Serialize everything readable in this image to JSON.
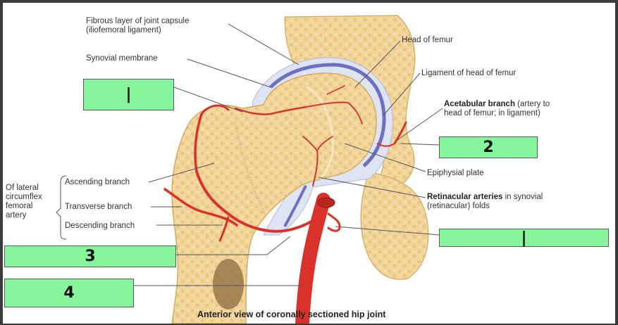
{
  "diagram": {
    "caption": "Anterior view of coronally sectioned hip joint",
    "labels": {
      "fibrous_line1": "Fibrous layer of joint capsule",
      "fibrous_line2": "(iliofemoral ligament)",
      "synovial": "Synovial membrane",
      "head_of_femur": "Head of femur",
      "ligament_head": "Ligament of head of femur",
      "acetabular_bold": "Acetabular branch",
      "acetabular_rest": " (artery to",
      "acetabular_line2": "head of femur; in ligament)",
      "epiphysial": "Epiphysial plate",
      "retinacular_bold": "Retinacular arteries",
      "retinacular_rest": " in synovial",
      "retinacular_line2": "(retinacular) folds",
      "ascending": "Ascending branch",
      "transverse": "Transverse branch",
      "descending": "Descending branch",
      "lateral_line1": "Of lateral",
      "lateral_line2": "circumflex",
      "lateral_line3": "femoral",
      "lateral_line4": "artery"
    },
    "answer_boxes": {
      "box_a": "|",
      "box_b": "2",
      "box_c": "|",
      "box_d": "3",
      "box_e": "4"
    },
    "colors": {
      "box_fill": "#86f49a",
      "bone": "#f3d9a0",
      "artery": "#d8322a",
      "capsule": "#6f6fc2",
      "frame": "#3b3b3b"
    }
  }
}
